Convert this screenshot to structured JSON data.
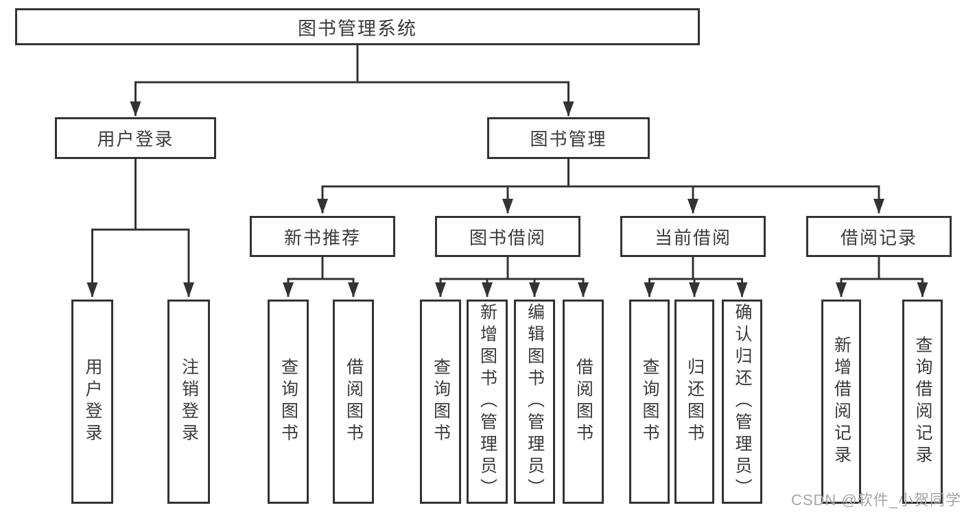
{
  "palette": {
    "line": "#333333",
    "box_border": "#333333",
    "box_background": "#ffffff",
    "text": "#3a3a3a",
    "watermark": "#a6a6a6",
    "background": "#ffffff"
  },
  "diagram": {
    "root_label": "图书管理系统",
    "level2": [
      {
        "label": "用户登录"
      },
      {
        "label": "图书管理"
      }
    ],
    "level3": [
      {
        "label": "新书推荐"
      },
      {
        "label": "图书借阅"
      },
      {
        "label": "当前借阅"
      },
      {
        "label": "借阅记录"
      }
    ],
    "leaves": {
      "user_login": [
        "用户登录",
        "注销登录"
      ],
      "new_book": [
        "查询图书",
        "借阅图书"
      ],
      "book_borrow": [
        "查询图书",
        "新增图书（管理员）",
        "编辑图书（管理员）",
        "借阅图书"
      ],
      "current_borrow": [
        "查询图书",
        "归还图书",
        "确认归还（管理员）"
      ],
      "borrow_record": [
        "新增借阅记录",
        "查询借阅记录"
      ]
    }
  },
  "watermark": "CSDN @软件_小贺同学"
}
